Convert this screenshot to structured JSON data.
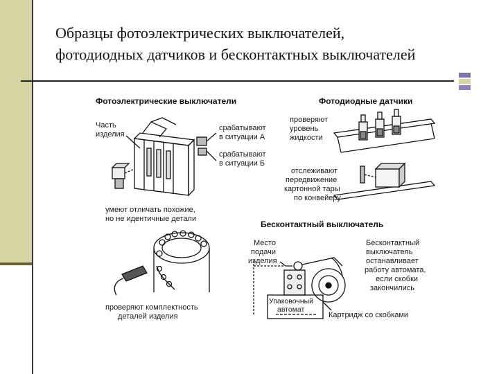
{
  "slide": {
    "title_line1": "Образцы фотоэлектрических выключателей,",
    "title_line2": "фотодиодных датчиков и бесконтактных выключателей"
  },
  "figure": {
    "photo_switches": {
      "heading": "Фотоэлектрические выключатели",
      "part_label_1": "Часть",
      "part_label_2": "изделия",
      "trig_a_1": "срабатывают",
      "trig_a_2": "в ситуации А",
      "trig_b_1": "срабатывают",
      "trig_b_2": "в ситуации Б",
      "bottom_1": "умеют отличать похожие,",
      "bottom_2": "но не идентичные детали"
    },
    "photodiode_sensors": {
      "heading": "Фотодиодные датчики",
      "level_1": "проверяют",
      "level_2": "уровень",
      "level_3": "жидкости",
      "track_1": "отслеживают",
      "track_2": "передвижение",
      "track_3": "картонной тары",
      "track_4": "по конвейеру"
    },
    "completeness": {
      "label_1": "проверяют комплектность",
      "label_2": "деталей изделия"
    },
    "proximity_switch": {
      "heading": "Бесконтактный выключатель",
      "feed_1": "Место",
      "feed_2": "подачи",
      "feed_3": "изделия",
      "desc_1": "Бесконтактный",
      "desc_2": "выключатель",
      "desc_3": "останавливает",
      "desc_4": "работу автомата,",
      "desc_5": "если скобки",
      "desc_6": "закончились",
      "machine_1": "Упаковочный",
      "machine_2": "автомат",
      "cartridge": "Картридж со скобками"
    }
  }
}
